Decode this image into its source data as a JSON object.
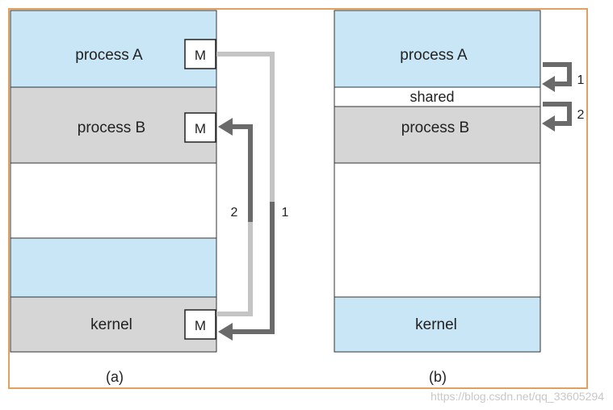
{
  "colors": {
    "frame": "#e0a060",
    "blue": "#c8e6f6",
    "gray": "#d6d6d6",
    "white": "#ffffff",
    "border": "#333333",
    "arrow_dark": "#6a6a6a",
    "arrow_light": "#c4c4c4"
  },
  "panel_a": {
    "caption": "(a)",
    "regions": [
      {
        "key": "process_a",
        "label": "process A",
        "color": "blue"
      },
      {
        "key": "process_b",
        "label": "process B",
        "color": "gray"
      },
      {
        "key": "blank1",
        "label": "",
        "color": "white"
      },
      {
        "key": "blank2",
        "label": "",
        "color": "blue"
      },
      {
        "key": "kernel",
        "label": "kernel",
        "color": "gray"
      }
    ],
    "mailbox_label": "M",
    "arrow_labels": {
      "first": "1",
      "second": "2"
    }
  },
  "panel_b": {
    "caption": "(b)",
    "regions": [
      {
        "key": "process_a",
        "label": "process A",
        "color": "blue"
      },
      {
        "key": "shared",
        "label": "shared",
        "color": "white"
      },
      {
        "key": "process_b",
        "label": "process B",
        "color": "gray"
      },
      {
        "key": "blank",
        "label": "",
        "color": "white"
      },
      {
        "key": "kernel",
        "label": "kernel",
        "color": "blue"
      }
    ],
    "arrow_labels": {
      "first": "1",
      "second": "2"
    }
  },
  "watermark": "https://blog.csdn.net/qq_33605294"
}
